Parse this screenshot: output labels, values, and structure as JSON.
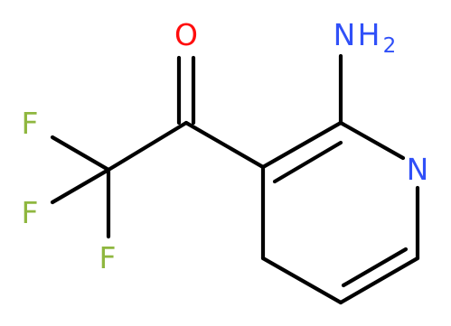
{
  "molecule": {
    "atoms": {
      "oxygen": "O",
      "amine_n": "N",
      "amine_h": "H",
      "amine_sub": "2",
      "pyridine_n": "N",
      "fluorine_1": "F",
      "fluorine_2": "F",
      "fluorine_3": "F"
    },
    "colors": {
      "oxygen": "#ff0d0d",
      "nitrogen": "#3050f8",
      "fluorine": "#8fb73f",
      "bond": "#000000"
    }
  }
}
